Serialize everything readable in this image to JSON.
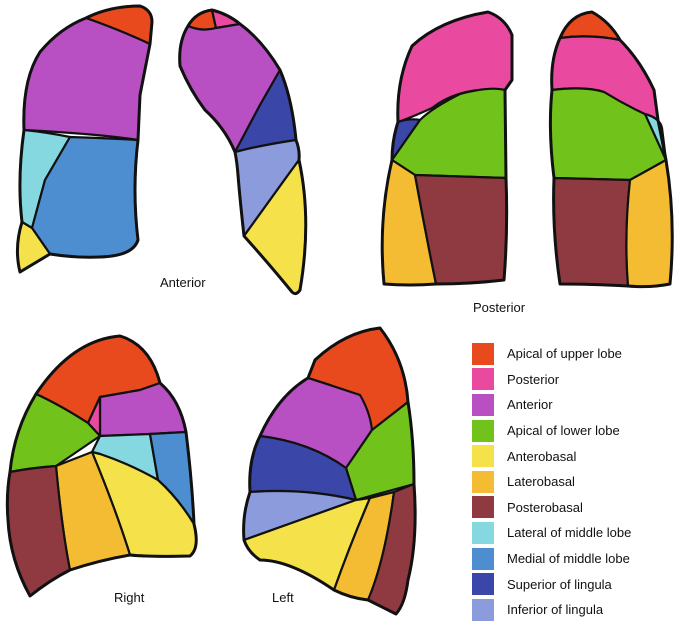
{
  "colors": {
    "apical_upper": "#E84A1E",
    "posterior": "#E94AA0",
    "anterior": "#B850C4",
    "apical_lower": "#72C21C",
    "anterobasal": "#F5E24A",
    "laterobasal": "#F4BC33",
    "posterobasal": "#8E3A40",
    "lateral_middle": "#86D8E0",
    "medial_middle": "#4C8ECF",
    "superior_lingula": "#3B47A8",
    "inferior_lingula": "#8B9BDB"
  },
  "views": {
    "anterior": "Anterior",
    "posterior": "Posterior",
    "right": "Right",
    "left": "Left"
  },
  "legend": {
    "items": [
      {
        "label": "Apical of upper lobe",
        "color_key": "apical_upper"
      },
      {
        "label": "Posterior",
        "color_key": "posterior"
      },
      {
        "label": "Anterior",
        "color_key": "anterior"
      },
      {
        "label": "Apical of lower lobe",
        "color_key": "apical_lower"
      },
      {
        "label": "Anterobasal",
        "color_key": "anterobasal"
      },
      {
        "label": "Laterobasal",
        "color_key": "laterobasal"
      },
      {
        "label": "Posterobasal",
        "color_key": "posterobasal"
      },
      {
        "label": "Lateral of middle lobe",
        "color_key": "lateral_middle"
      },
      {
        "label": "Medial of middle lobe",
        "color_key": "medial_middle"
      },
      {
        "label": "Superior of lingula",
        "color_key": "superior_lingula"
      },
      {
        "label": "Inferior of lingula",
        "color_key": "inferior_lingula"
      }
    ]
  }
}
